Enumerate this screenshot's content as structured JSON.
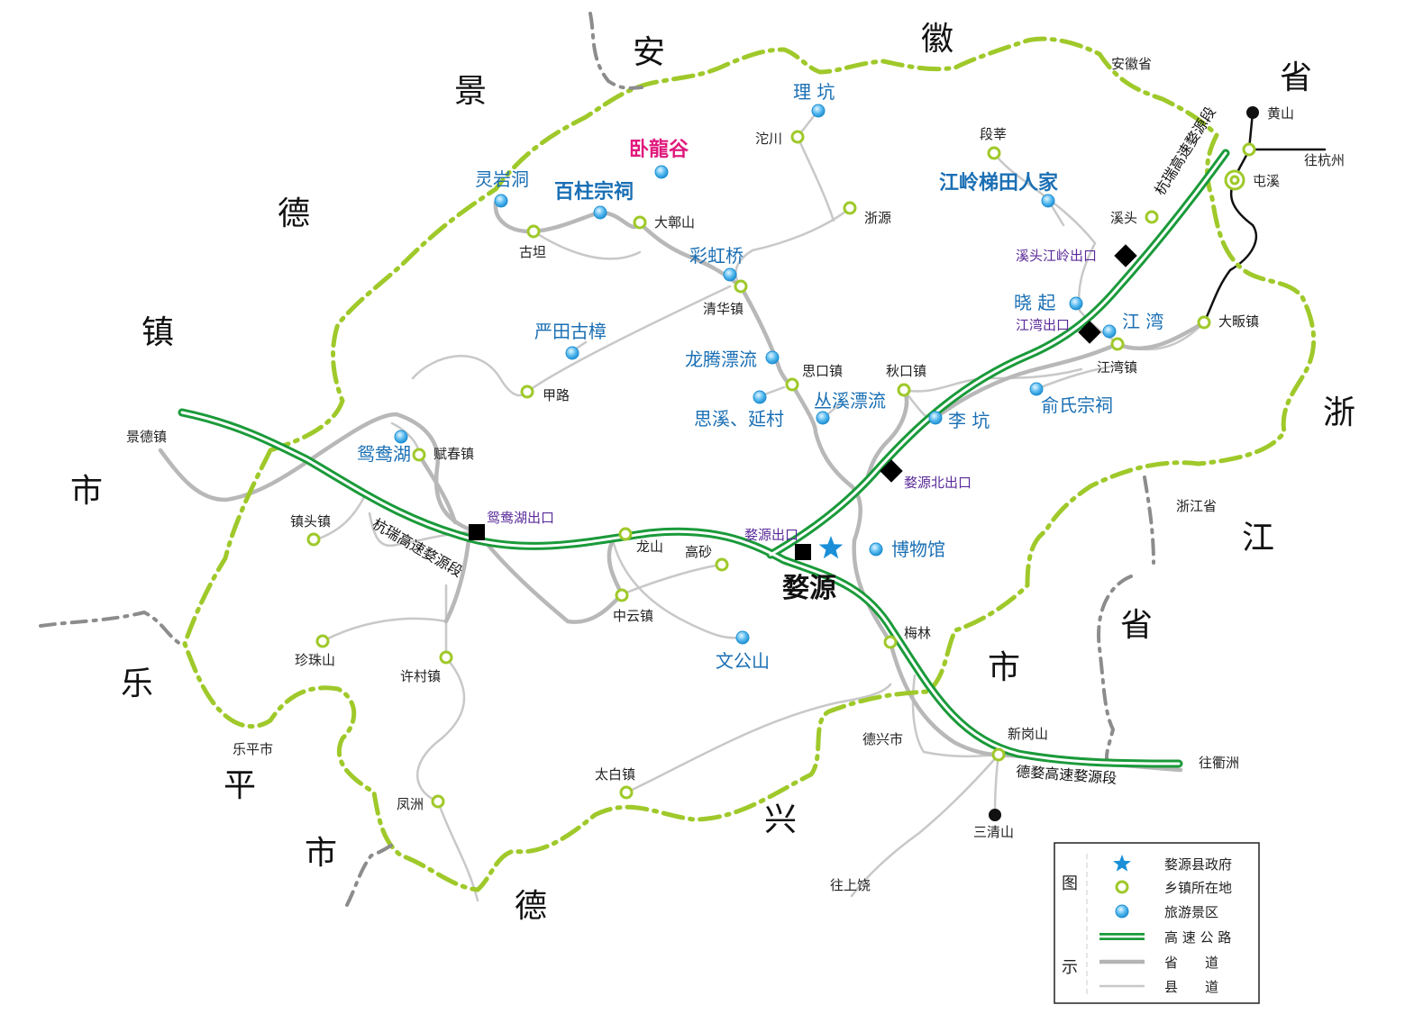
{
  "colors": {
    "border": "#9fc92a",
    "outer_border": "#888888",
    "highway": "#1a9a3a",
    "provincial_road": "#b4b4b4",
    "county_road": "#c8c8c8",
    "scenic_dot": "#3aa9e6",
    "town_ring": "#9fc92a",
    "star": "#1a8fd8",
    "highlight": "#e0197d",
    "exit_box": "#000000"
  },
  "regions": {
    "an": "安",
    "hui": "徽",
    "sheng1": "省",
    "jing": "景",
    "de1": "德",
    "zhen": "镇",
    "shi1": "市",
    "le": "乐",
    "ping": "平",
    "shi2": "市",
    "xing": "兴",
    "de2": "德",
    "shi3": "市",
    "zhe": "浙",
    "jiang": "江",
    "sheng2": "省"
  },
  "small_regions": {
    "anhui_province": "安徽省",
    "zhejiang_province": "浙江省",
    "jingdezhen": "景德镇",
    "leping_city": "乐平市",
    "dexing_city": "德兴市"
  },
  "county_seat": "婺源",
  "scenic_spots": {
    "wolonggu": "卧龍谷",
    "baizhu": "百柱宗祠",
    "jiangling": "江岭梯田人家",
    "lingyandong": "灵岩洞",
    "likeng_top": "理 坑",
    "caihongqiao": "彩虹桥",
    "yantian": "严田古樟",
    "longteng": "龙腾漂流",
    "congxi": "丛溪漂流",
    "sixi": "思溪、延村",
    "likeng": "李 坑",
    "xiaoqi": "晓 起",
    "jiangwan_spot": "江 湾",
    "yushi": "俞氏宗祠",
    "yuanyanghu": "鸳鸯湖",
    "museum": "博物馆",
    "wengongshan": "文公山"
  },
  "towns": {
    "tuochuan": "沱川",
    "zheyuan": "浙源",
    "dazhangshan": "大鄣山",
    "gutan": "古坦",
    "qinghua": "清华镇",
    "duanxin": "段莘",
    "xitou": "溪头",
    "jiangwan": "江湾镇",
    "dabanzhen": "大畈镇",
    "huangshan": "黄山",
    "tunxi": "屯溪",
    "to_hangzhou": "往杭州",
    "sikou": "思口镇",
    "qiukou": "秋口镇",
    "jialu": "甲路",
    "fuchun": "赋春镇",
    "zhentou": "镇头镇",
    "longshan": "龙山",
    "gaosha": "高砂",
    "zhongyun": "中云镇",
    "zhenzhushan": "珍珠山",
    "xucun": "许村镇",
    "meilin": "梅林",
    "xingangshan": "新岗山",
    "to_quzhou": "往衢洲",
    "sanqingshan": "三清山",
    "to_shangrao": "往上饶",
    "taibai": "太白镇",
    "fengzhou": "凤洲"
  },
  "exits": {
    "xitou_jiangling": "溪头江岭出口",
    "jiangwan": "江湾出口",
    "wuyuan_north": "婺源北出口",
    "wuyuan": "婺源出口",
    "yuanyanghu": "鸳鸯湖出口"
  },
  "highways": {
    "hangrui_1": "杭瑞高速婺源段",
    "hangrui_2": "杭瑞高速婺源段",
    "dewu": "德婺高速婺源段"
  },
  "legend": {
    "title_top": "图",
    "title_bottom": "示",
    "items": [
      {
        "symbol": "star-icon",
        "label": "婺源县政府"
      },
      {
        "symbol": "town-ring-icon",
        "label": "乡镇所在地"
      },
      {
        "symbol": "scenic-dot-icon",
        "label": "旅游景区"
      },
      {
        "symbol": "highway-line-icon",
        "label": "高 速 公 路"
      },
      {
        "symbol": "provincial-road-icon",
        "label": "省　　道"
      },
      {
        "symbol": "county-road-icon",
        "label": "县　　道"
      }
    ]
  }
}
